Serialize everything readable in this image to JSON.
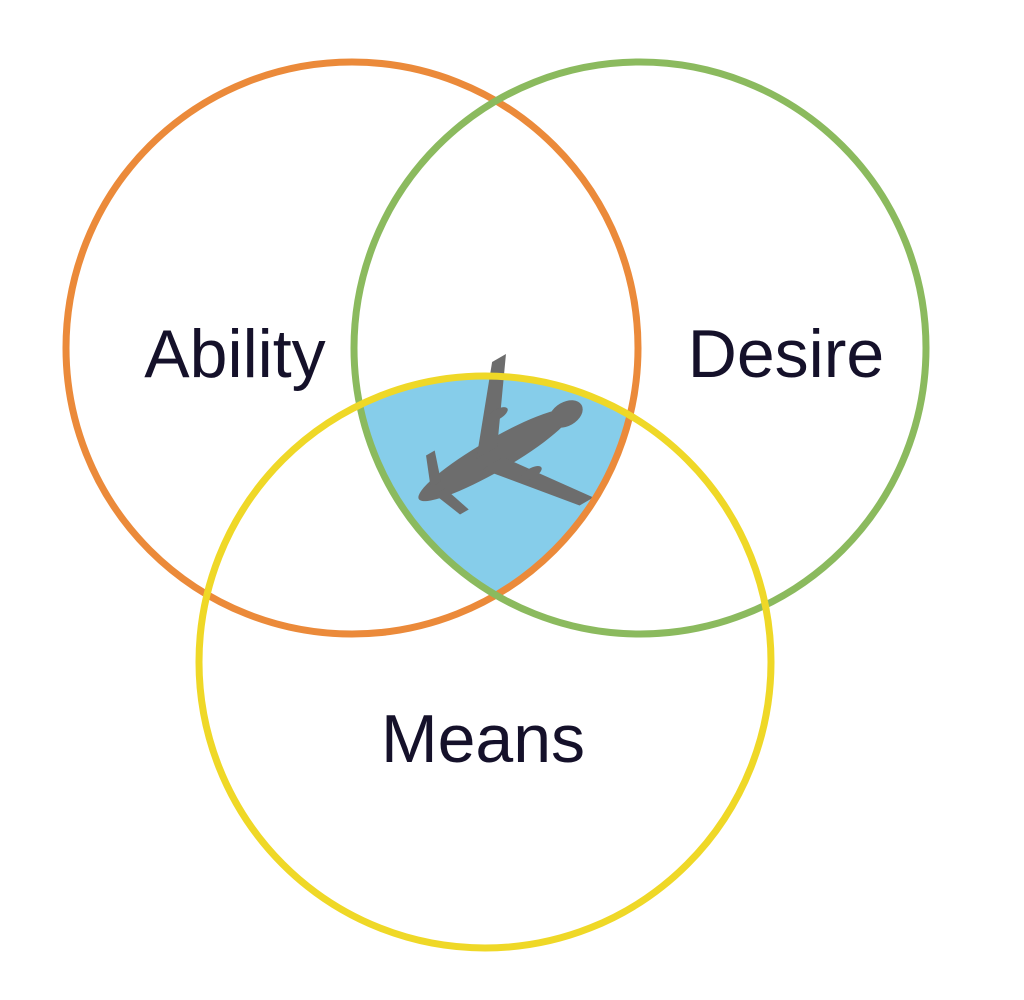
{
  "diagram": {
    "type": "venn",
    "sets": [
      {
        "label": "Ability",
        "color": "#EB8A3A"
      },
      {
        "label": "Desire",
        "color": "#8BBA5E"
      },
      {
        "label": "Means",
        "color": "#EFD827"
      }
    ],
    "intersection": {
      "fill": "#86CDEA",
      "icon": "airplane-icon",
      "icon_color": "#6D6D6D"
    }
  }
}
